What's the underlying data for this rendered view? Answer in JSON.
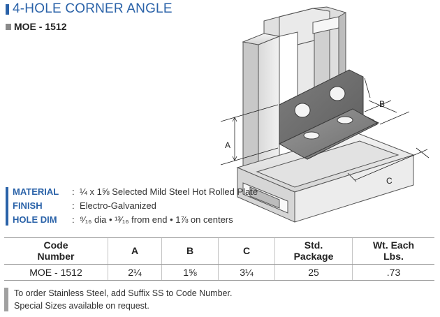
{
  "header": {
    "title": "4-HOLE CORNER ANGLE",
    "part_number": "MOE - 1512"
  },
  "illustration": {
    "dim_a": "A",
    "dim_b": "B",
    "dim_c": "C"
  },
  "specs": [
    {
      "label": "MATERIAL",
      "value": "¼ x 1⅝ Selected Mild Steel Hot Rolled Plate"
    },
    {
      "label": "FINISH",
      "value": "Electro-Galvanized"
    },
    {
      "label": "HOLE DIM",
      "value": "⁹⁄₁₆ dia  •  ¹³⁄₁₆ from end  •  1⅞  on centers"
    }
  ],
  "table": {
    "headers": {
      "code_line1": "Code",
      "code_line2": "Number",
      "a": "A",
      "b": "B",
      "c": "C",
      "pkg_line1": "Std.",
      "pkg_line2": "Package",
      "wt_line1": "Wt. Each",
      "wt_line2": "Lbs."
    },
    "rows": [
      {
        "code": "MOE - 1512",
        "a": "2¼",
        "b": "1⅝",
        "c": "3¼",
        "pkg": "25",
        "wt": ".73"
      }
    ]
  },
  "notes": [
    "To order Stainless Steel, add Suffix SS to Code Number.",
    "Special Sizes available on request."
  ],
  "colors": {
    "accent": "#2a62a8",
    "rule": "#9a9a9a",
    "note_bar": "#a0a0a0"
  }
}
